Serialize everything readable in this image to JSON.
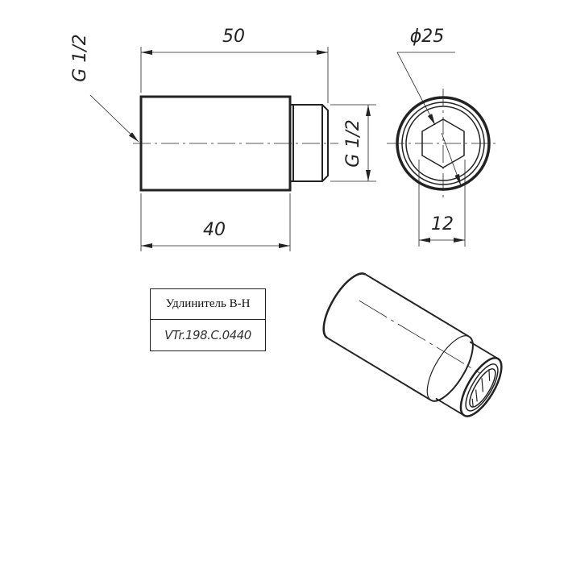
{
  "drawing": {
    "front_view": {
      "thread_label_left": "G 1/2",
      "thread_label_right": "G 1/2",
      "overall_length": "50",
      "body_length": "40"
    },
    "end_view": {
      "diameter_label": "ϕ25",
      "hex_size": "12"
    },
    "title_block": {
      "name": "Удлинитель В-Н",
      "code": "VTr.198.C.0440"
    }
  }
}
